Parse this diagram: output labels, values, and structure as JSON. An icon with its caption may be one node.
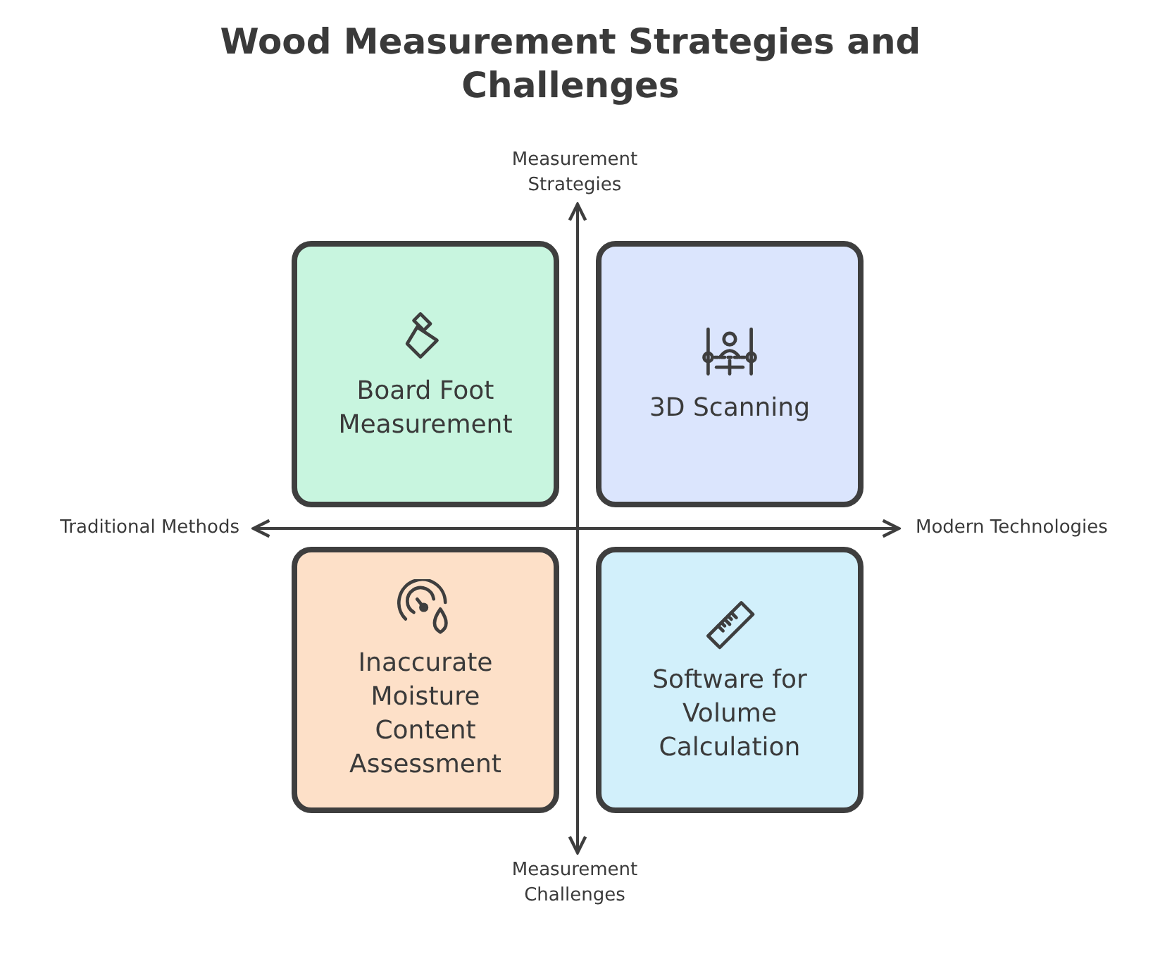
{
  "diagram": {
    "title": "Wood Measurement Strategies and Challenges",
    "nodes": [
      {
        "text": [
          "Board Foot Measurement"
        ]
      },
      {
        "text": [
          "3D Scanning"
        ]
      },
      {
        "text": [
          "Inaccurate Moisture Content Assessment"
        ]
      },
      {
        "text": [
          "Software for Volume Calculation"
        ]
      }
    ],
    "labels": [
      "Measurement Strategies",
      "Traditional Methods",
      "Modern Technologies",
      "Measurement Challenges"
    ]
  }
}
